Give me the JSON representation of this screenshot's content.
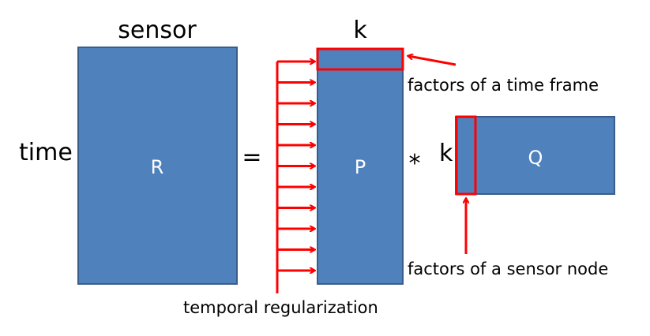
{
  "labels": {
    "sensor": "sensor",
    "time": "time",
    "k_top": "k",
    "k_side": "k",
    "equals": "=",
    "times": "*",
    "R": "R",
    "P": "P",
    "Q": "Q",
    "factors_time_frame": "factors of a time frame",
    "factors_sensor_node": "factors of a sensor node",
    "temporal_regularization": "temporal regularization"
  },
  "colors": {
    "matrix_fill": "#4f81bd",
    "matrix_border": "#385d8a",
    "highlight": "#ff0000"
  }
}
